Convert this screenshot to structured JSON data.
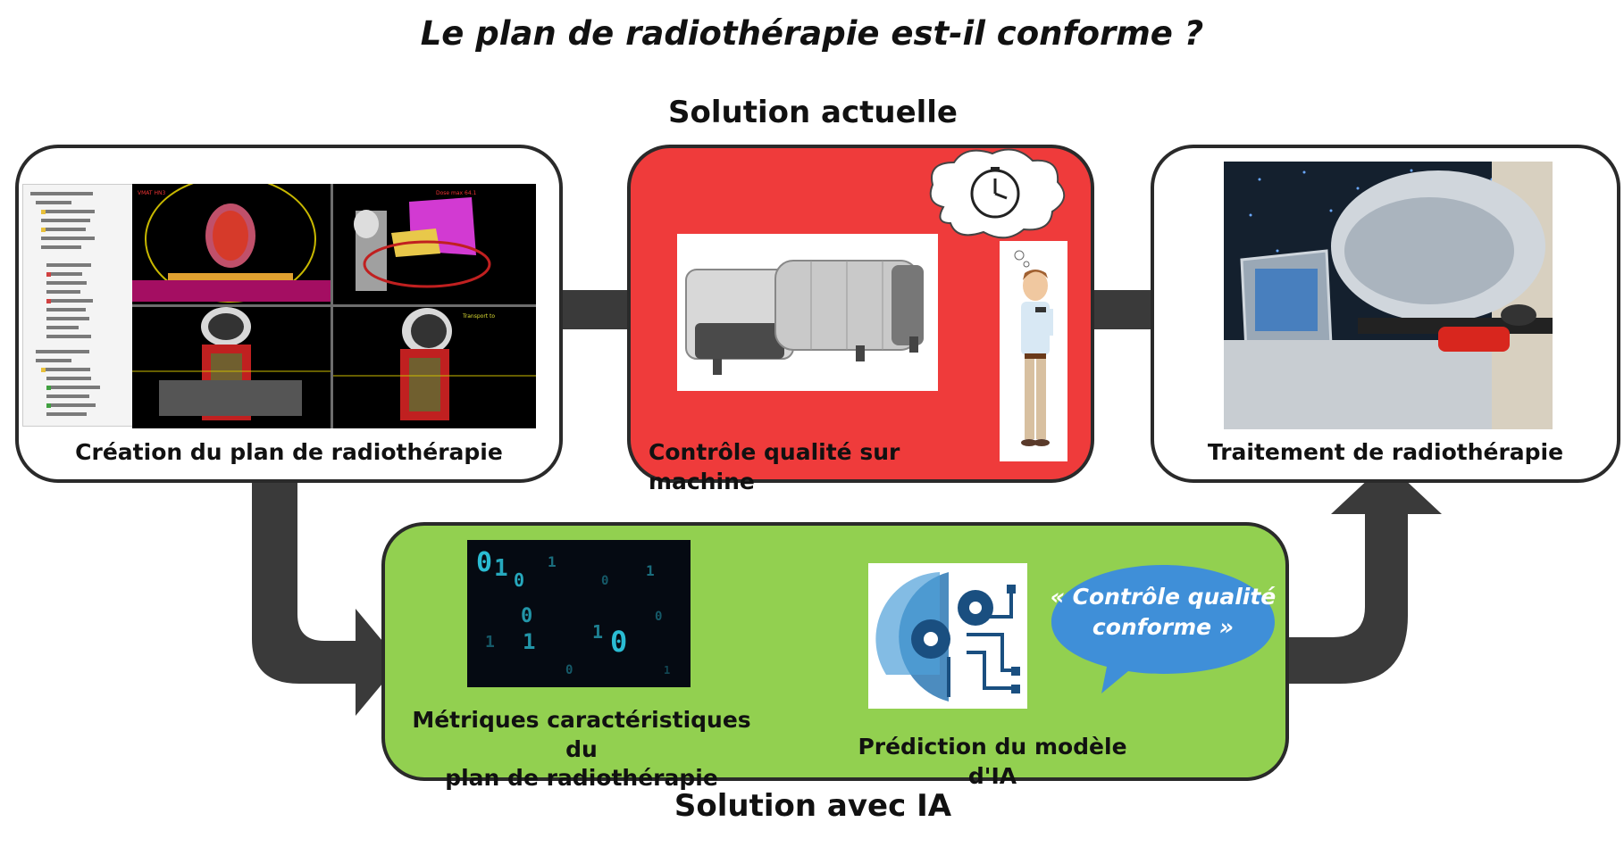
{
  "title": "Le plan de radiothérapie est-il conforme ?",
  "solution_actuelle": {
    "heading": "Solution actuelle",
    "creation_label": "Création du plan de radiothérapie",
    "controle_label": "Contrôle qualité sur machine",
    "traitement_label": "Traitement de radiothérapie"
  },
  "solution_ia": {
    "heading": "Solution avec IA",
    "metriques_label_line1": "Métriques caractéristiques du",
    "metriques_label_line2": "plan de radiothérapie",
    "prediction_label": "Prédiction du modèle d'IA",
    "speech_line1": "« Contrôle qualité",
    "speech_line2": "conforme »"
  },
  "colors": {
    "red_box": "#ef3b3b",
    "green_box": "#92d050",
    "arrow": "#3a3a3a",
    "bubble": "#3f8fd8",
    "box_border": "#2a2a2a"
  },
  "icons": {
    "tps": "treatment-planning-screenshot",
    "qa_device": "qa-phantom-device",
    "clock": "clock-icon",
    "person": "waiting-person",
    "linac": "linear-accelerator",
    "binary": "binary-code-image",
    "ai_gears": "ai-gears-icon"
  }
}
